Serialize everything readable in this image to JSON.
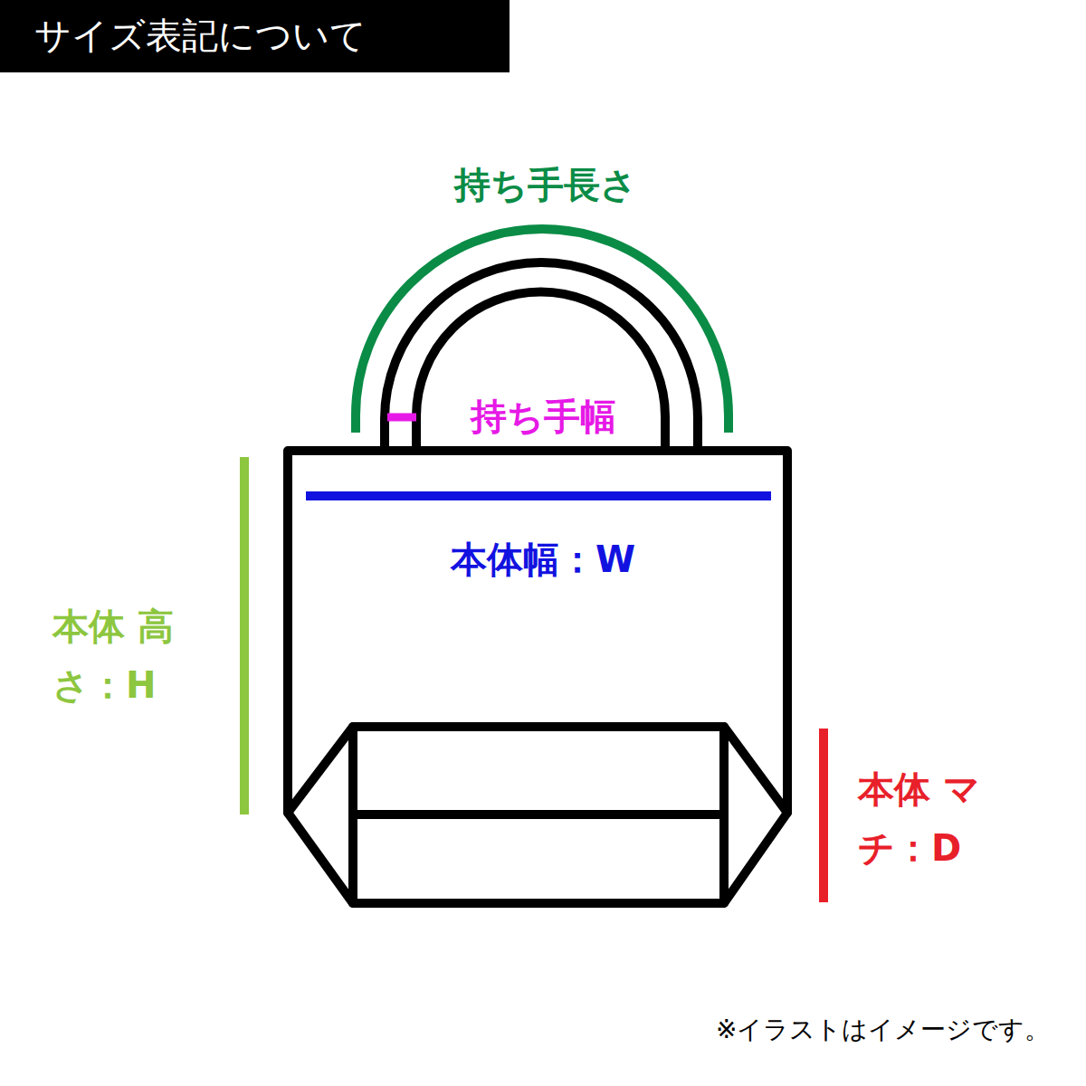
{
  "diagram": {
    "title": "サイズ表記について",
    "labels": [
      "持ち手長さ",
      "持ち手幅",
      "本体幅：W",
      "本体 高さ：H",
      "本体 マチ：D",
      "※イラストはイメージです。"
    ]
  }
}
